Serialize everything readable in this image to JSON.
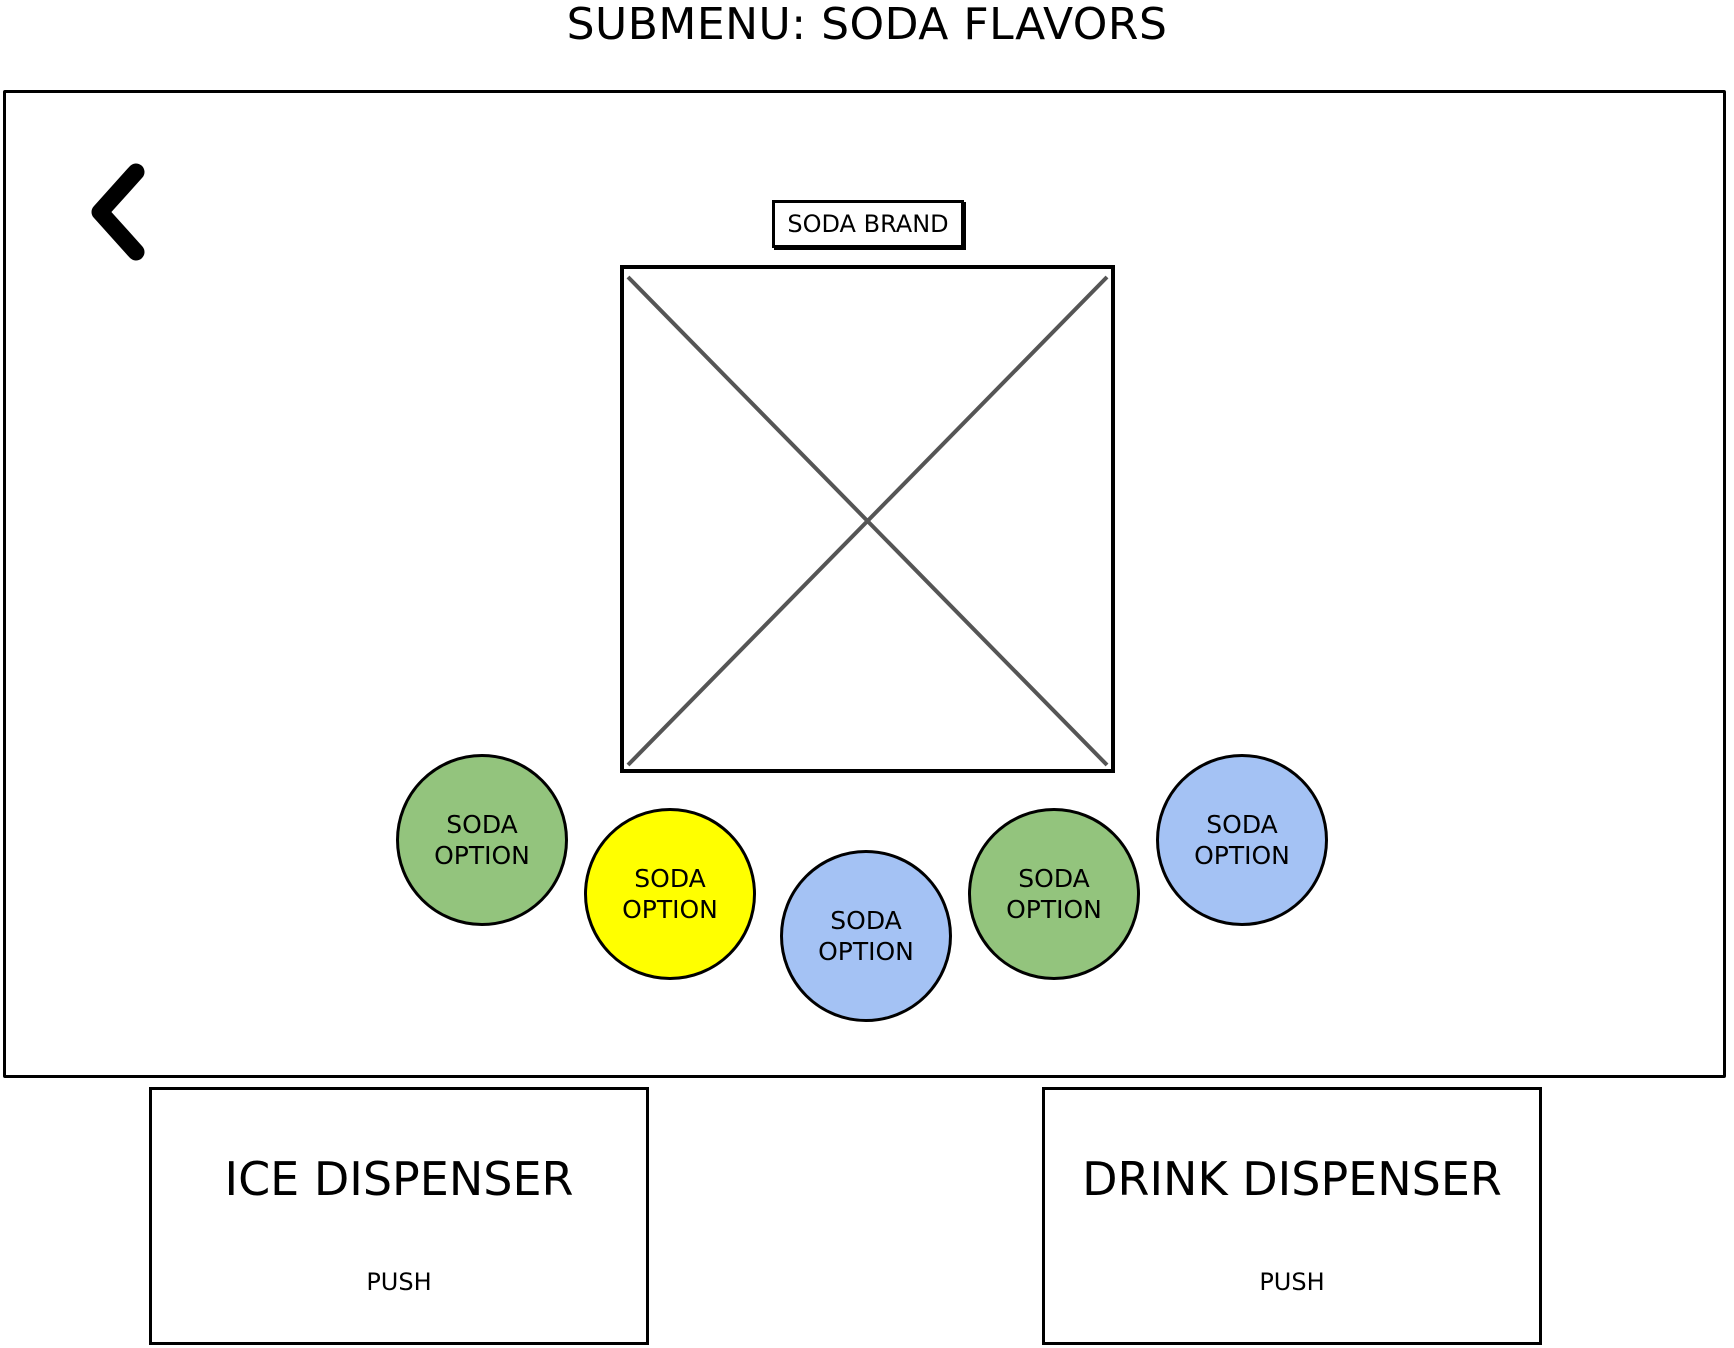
{
  "page": {
    "title": "SUBMENU: SODA FLAVORS"
  },
  "screen": {
    "back_icon": "chevron-left-icon",
    "brand_label": "SODA BRAND",
    "brand_image_icon": "image-placeholder-icon",
    "options": [
      {
        "label": "SODA\nOPTION",
        "color": "#93c47d"
      },
      {
        "label": "SODA\nOPTION",
        "color": "#ffff00"
      },
      {
        "label": "SODA\nOPTION",
        "color": "#a4c2f4"
      },
      {
        "label": "SODA\nOPTION",
        "color": "#93c47d"
      },
      {
        "label": "SODA\nOPTION",
        "color": "#a4c2f4"
      }
    ]
  },
  "dispensers": {
    "ice": {
      "title": "ICE DISPENSER",
      "push_label": "PUSH"
    },
    "drink": {
      "title": "DRINK DISPENSER",
      "push_label": "PUSH"
    }
  }
}
